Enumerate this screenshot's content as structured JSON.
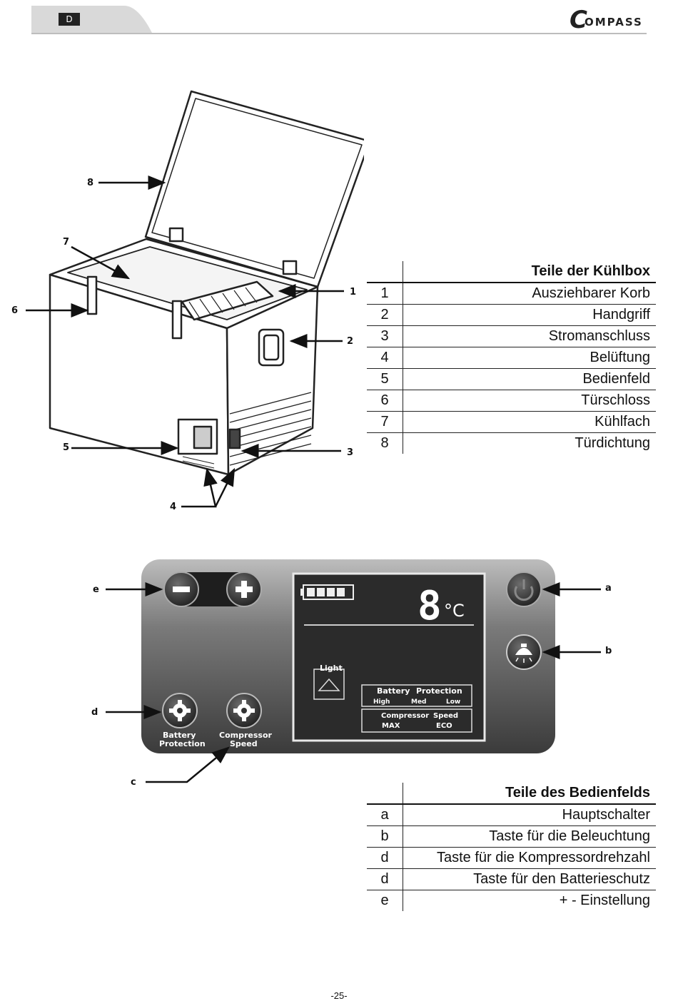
{
  "header": {
    "lang": "D",
    "logo_initial": "C",
    "logo_rest": "OMPASS"
  },
  "box_callouts": [
    "1",
    "2",
    "3",
    "4",
    "5",
    "6",
    "7",
    "8"
  ],
  "table1": {
    "title": "Teile der Kühlbox",
    "rows": [
      {
        "n": "1",
        "t": "Ausziehbarer Korb"
      },
      {
        "n": "2",
        "t": "Handgriff"
      },
      {
        "n": "3",
        "t": "Stromanschluss"
      },
      {
        "n": "4",
        "t": "Belüftung"
      },
      {
        "n": "5",
        "t": "Bedienfeld"
      },
      {
        "n": "6",
        "t": "Türschloss"
      },
      {
        "n": "7",
        "t": "Kühlfach"
      },
      {
        "n": "8",
        "t": "Türdichtung"
      }
    ]
  },
  "panel": {
    "callouts": {
      "a": "a",
      "b": "b",
      "c": "c",
      "d": "d",
      "e": "e"
    },
    "temp_digit": "8",
    "temp_unit": "°C",
    "light_label": "Light",
    "battery_header": "Battery",
    "protection_header": "Protection",
    "battery_levels": [
      "High",
      "Med",
      "Low"
    ],
    "compressor_header": "Compressor",
    "speed_header": "Speed",
    "speed_modes": [
      "MAX",
      "ECO"
    ],
    "button_battery_line1": "Battery",
    "button_battery_line2": "Protection",
    "button_compressor_line1": "Compressor",
    "button_compressor_line2": "Speed"
  },
  "table2": {
    "title": "Teile des Bedienfelds",
    "rows": [
      {
        "n": "a",
        "t": "Hauptschalter"
      },
      {
        "n": "b",
        "t": "Taste für die Beleuchtung"
      },
      {
        "n": "d",
        "t": "Taste für die Kompressordrehzahl"
      },
      {
        "n": "d",
        "t": "Taste für den Batterieschutz"
      },
      {
        "n": "e",
        "t": "+ - Einstellung"
      }
    ]
  },
  "page_number": "-25-"
}
